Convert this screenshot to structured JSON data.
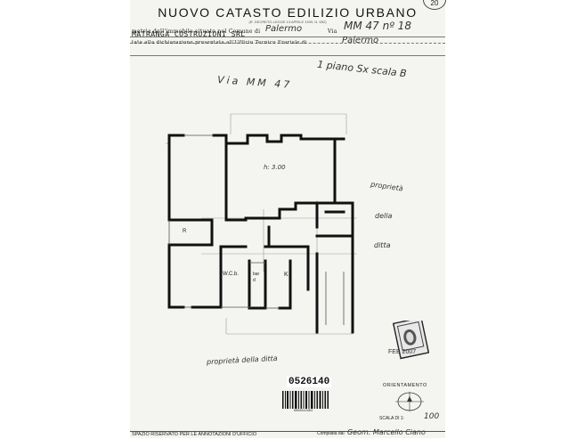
{
  "header": {
    "page_number": "20",
    "title": "NUOVO CATASTO EDILIZIO URBANO",
    "subtitle": "(R. DECRETO-LEGGE 13 APRILE 1939, N. 652)",
    "location_prefix": "metria dell'immobile situato nel Comune di",
    "comune": "Palermo",
    "via_label": "Via",
    "via_value": "MM 47 nº 18",
    "owner": "MATRANGA COSTRUZIONI SRL",
    "declaration_text": "tata alla dichiarazione presentata all'Ufficio Tecnico Erariale di",
    "ufficio": "Palermo"
  },
  "annotations": {
    "floor": "1 piano Sx scala B",
    "street": "Via MM 47",
    "height": "h: 3.00",
    "proprieta_right_1": "proprietà",
    "proprieta_right_2": "della",
    "proprieta_right_3": "ditta",
    "proprieta_bottom": "proprietà della ditta"
  },
  "rooms": {
    "r": "R",
    "wc": "W.C.b.",
    "bar": "bar d",
    "k": "K"
  },
  "stamp": {
    "date": "FEB 2007"
  },
  "footer": {
    "serial": "0526140",
    "barcode_text": "8002610404",
    "orientamento": "ORIENTAMENTO",
    "scala_label": "SCALA DI 1:",
    "scala_value": "100",
    "riservato": "SPAZIO RISERVATO PER LE ANNOTAZIONI D'UFFICIO",
    "compilata": "Compilata dal",
    "compiler": "Geom. Marcello Ciano"
  }
}
